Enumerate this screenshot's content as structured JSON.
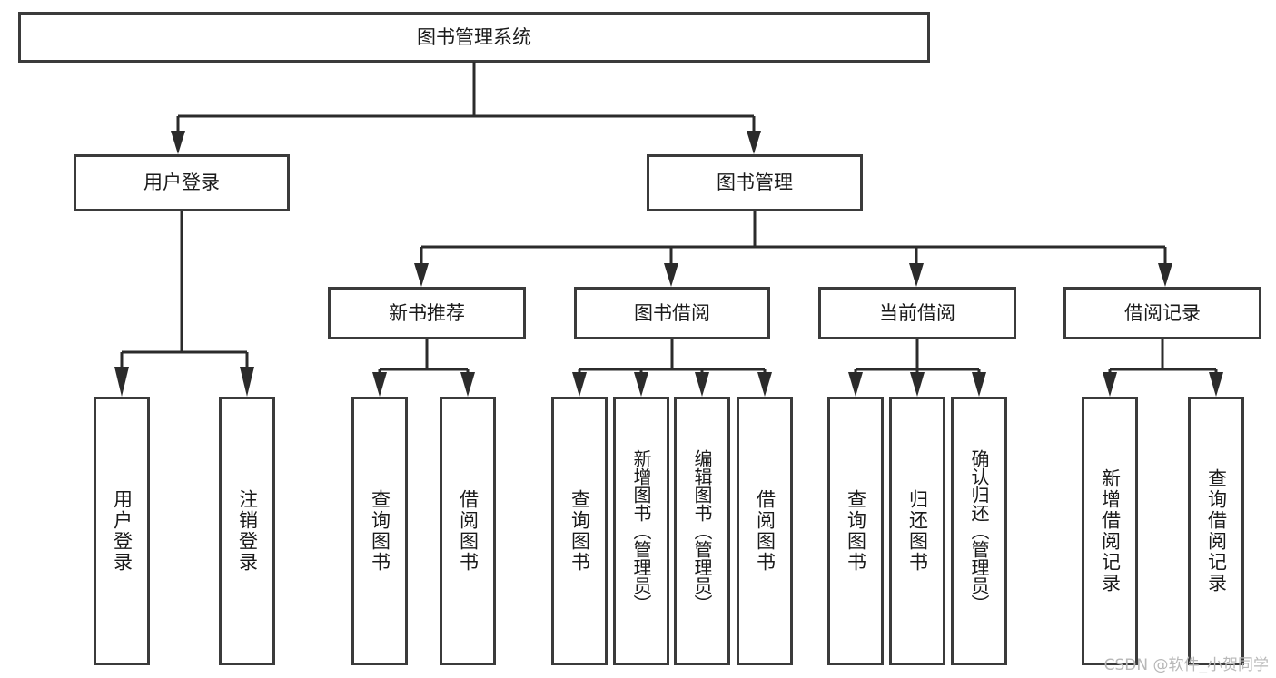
{
  "diagram": {
    "title": "图书管理系统",
    "type": "tree",
    "watermark": "CSDN @软件_小贺同学",
    "colors": {
      "background": "#ffffff",
      "box_stroke": "#3b3b3b",
      "connector": "#2b2b2b",
      "text": "#1a1a1a",
      "watermark": "#b8b8b8"
    },
    "levels": {
      "root": {
        "label": "图书管理系统"
      },
      "level2": [
        {
          "label": "用户登录"
        },
        {
          "label": "图书管理"
        }
      ],
      "level3": [
        {
          "label": "新书推荐"
        },
        {
          "label": "图书借阅"
        },
        {
          "label": "当前借阅"
        },
        {
          "label": "借阅记录"
        }
      ],
      "leaves": {
        "user_login": [
          {
            "label": "用户登录"
          },
          {
            "label": "注销登录"
          }
        ],
        "new_book_recommend": [
          {
            "label": "查询图书"
          },
          {
            "label": "借阅图书"
          }
        ],
        "book_borrow": [
          {
            "label": "查询图书"
          },
          {
            "label": "新增图书（管理员）"
          },
          {
            "label": "编辑图书（管理员）"
          },
          {
            "label": "借阅图书"
          }
        ],
        "current_borrow": [
          {
            "label": "查询图书"
          },
          {
            "label": "归还图书"
          },
          {
            "label": "确认归还（管理员）"
          }
        ],
        "borrow_record": [
          {
            "label": "新增借阅记录"
          },
          {
            "label": "查询借阅记录"
          }
        ]
      }
    }
  }
}
